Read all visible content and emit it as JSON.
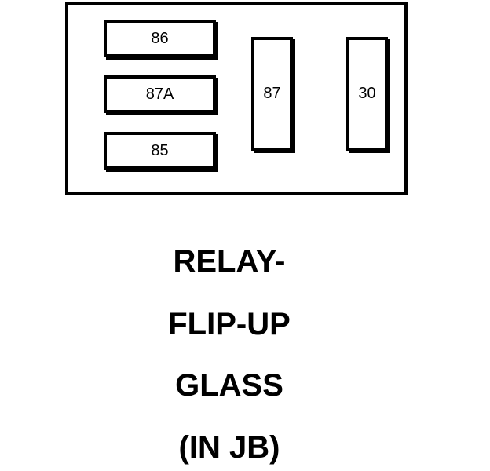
{
  "relay": {
    "terminals": {
      "t86": "86",
      "t87a": "87A",
      "t85": "85",
      "t87": "87",
      "t30": "30"
    }
  },
  "caption": {
    "line1": "RELAY-",
    "line2": "FLIP-UP",
    "line3": "GLASS",
    "line4": "(IN JB)"
  }
}
